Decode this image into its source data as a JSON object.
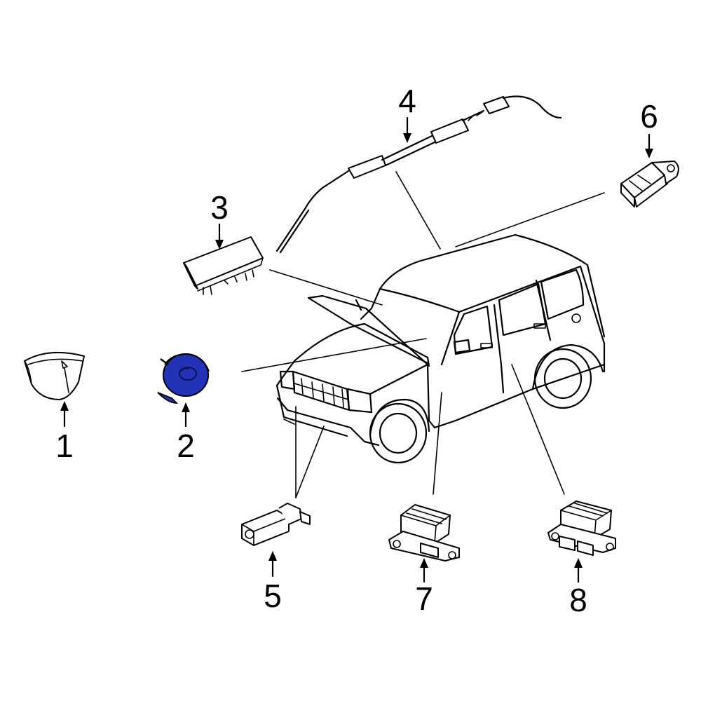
{
  "callouts": [
    {
      "id": "1",
      "label": "1"
    },
    {
      "id": "2",
      "label": "2"
    },
    {
      "id": "3",
      "label": "3"
    },
    {
      "id": "4",
      "label": "4"
    },
    {
      "id": "5",
      "label": "5"
    },
    {
      "id": "6",
      "label": "6"
    },
    {
      "id": "7",
      "label": "7"
    },
    {
      "id": "8",
      "label": "8"
    }
  ],
  "colors": {
    "line": "#000000",
    "highlight": "#2233b8",
    "background": "#ffffff"
  },
  "highlighted_part": "2"
}
